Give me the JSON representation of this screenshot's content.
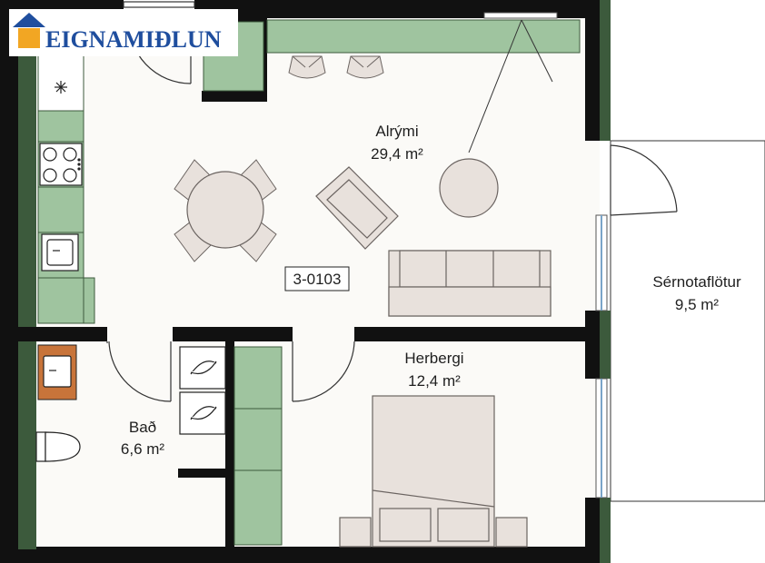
{
  "brand": {
    "name": "EIGNAMIÐLUN",
    "roof_color": "#1f4e9e",
    "house_color": "#f2a623"
  },
  "unit_code": "3-0103",
  "rooms": [
    {
      "id": "alrymi",
      "name": "Alrými",
      "area": "29,4 m²"
    },
    {
      "id": "sernotaflotur",
      "name": "Sérnotaflötur",
      "area": "9,5 m²"
    },
    {
      "id": "herbergi",
      "name": "Herbergi",
      "area": "12,4 m²"
    },
    {
      "id": "bad",
      "name": "Bað",
      "area": "6,6 m²"
    }
  ],
  "colors": {
    "wall": "#111111",
    "wall_accent": "#3c5a3c",
    "floor": "#fbfaf7",
    "cabinet": "#9fc49f",
    "furniture": "#e8e1dc",
    "furniture_stroke": "#6b6461",
    "vanity": "#c8743a"
  }
}
